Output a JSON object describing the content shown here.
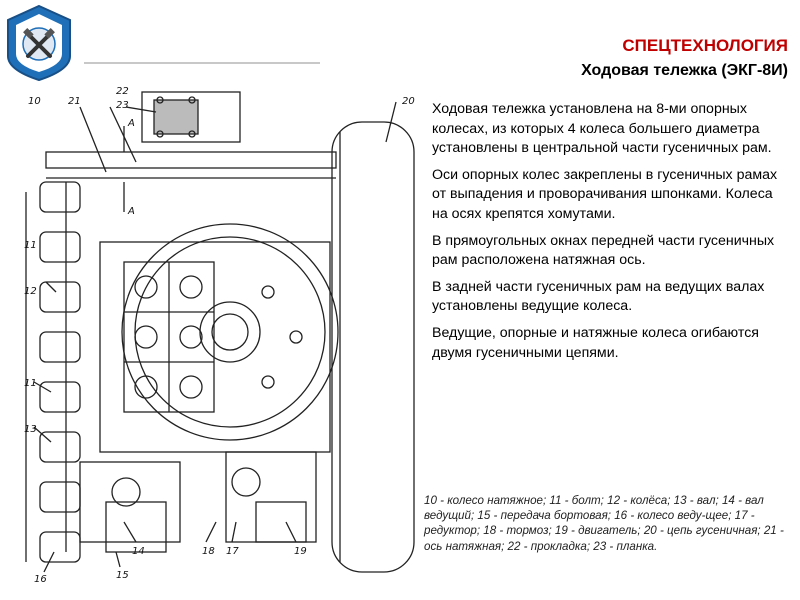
{
  "header": {
    "title": "СПЕЦТЕХНОЛОГИЯ",
    "subtitle": "Ходовая тележка (ЭКГ-8И)"
  },
  "logo": {
    "icon": "crossed-hammers-shield-icon",
    "colors": {
      "outer": "#1f6fb8",
      "inner": "#ffffff",
      "accent": "#b0b0b0"
    }
  },
  "drawing": {
    "icon": "undercarriage-technical-drawing",
    "callouts": {
      "n10": "10",
      "n11": "11",
      "n12": "12",
      "n13": "13",
      "n14": "14",
      "n15": "15",
      "n16": "16",
      "n17": "17",
      "n18": "18",
      "n19": "19",
      "n20": "20",
      "n21": "21",
      "n22": "22",
      "n23": "23",
      "section_a": "A",
      "section_a2": "A"
    }
  },
  "body": {
    "paragraphs": [
      "Ходовая тележка установлена на 8-ми опорных колесах, из которых 4 колеса большего диаметра установлены в центральной части гусеничных рам.",
      "Оси опорных колес закреплены в гусеничных рамах от выпадения и проворачивания шпонками. Колеса на осях крепятся хомутами.",
      "В прямоугольных окнах передней части гусеничных рам расположена натяжная ось.",
      "В задней части гусеничных рам на ведущих валах установлены ведущие колеса.",
      "Ведущие, опорные и натяжные колеса огибаются двумя гусеничными цепями."
    ]
  },
  "legend": {
    "text": "10 - колесо натяжное; 11 - болт; 12 - колёса; 13 - вал; 14 - вал ведущий; 15 - передача бортовая; 16 - колесо веду-щее; 17 - редуктор; 18 - тормоз; 19 - двигатель; 20 - цепь гусеничная; 21 - ось натяжная; 22 - прокладка; 23 - планка."
  },
  "colors": {
    "accent_red": "#c00000",
    "text": "#000000",
    "legend_text": "#222222"
  }
}
